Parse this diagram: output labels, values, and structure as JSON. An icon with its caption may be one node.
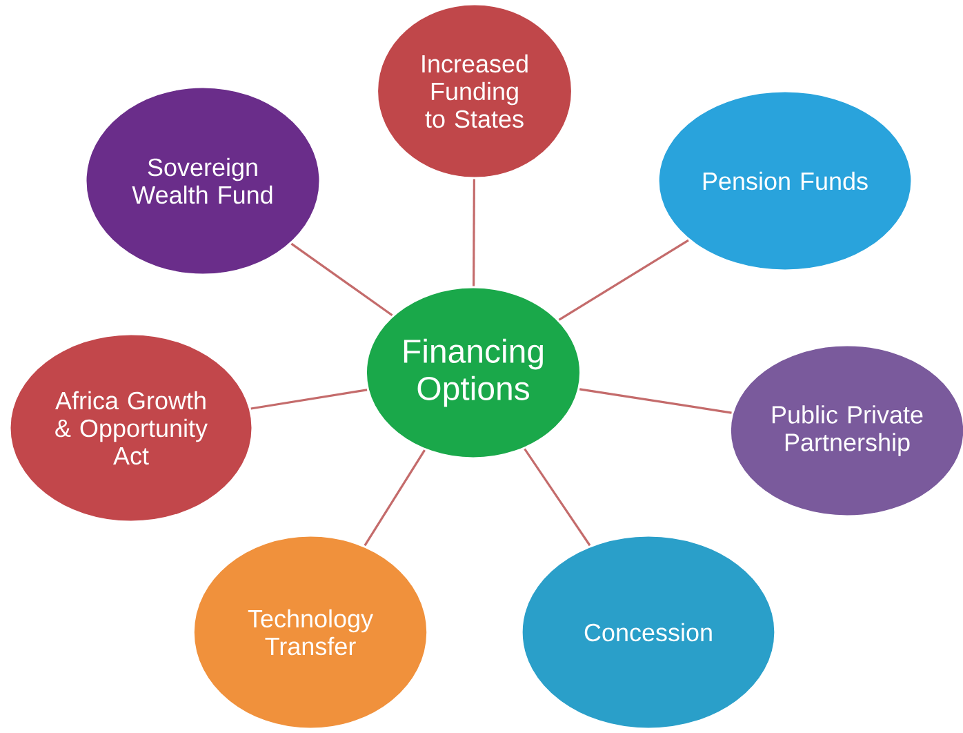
{
  "diagram": {
    "nodes": [
      {
        "text": [
          "Financing Options"
        ]
      },
      {
        "text": [
          "Increased Funding to States"
        ]
      },
      {
        "text": [
          "Pension Funds"
        ]
      },
      {
        "text": [
          "Public Private Partnership"
        ]
      },
      {
        "text": [
          "Concession"
        ]
      },
      {
        "text": [
          "Technology Transfer"
        ]
      },
      {
        "text": [
          "Africa Growth & Opportunity Act"
        ]
      },
      {
        "text": [
          "Sovereign Wealth Fund"
        ]
      }
    ],
    "edges": [
      {
        "from": 0,
        "to": 1,
        "arrow": "none"
      },
      {
        "from": 0,
        "to": 2,
        "arrow": "none"
      },
      {
        "from": 0,
        "to": 3,
        "arrow": "none"
      },
      {
        "from": 0,
        "to": 4,
        "arrow": "none"
      },
      {
        "from": 0,
        "to": 5,
        "arrow": "none"
      },
      {
        "from": 0,
        "to": 6,
        "arrow": "none"
      },
      {
        "from": 0,
        "to": 7,
        "arrow": "none"
      }
    ]
  }
}
